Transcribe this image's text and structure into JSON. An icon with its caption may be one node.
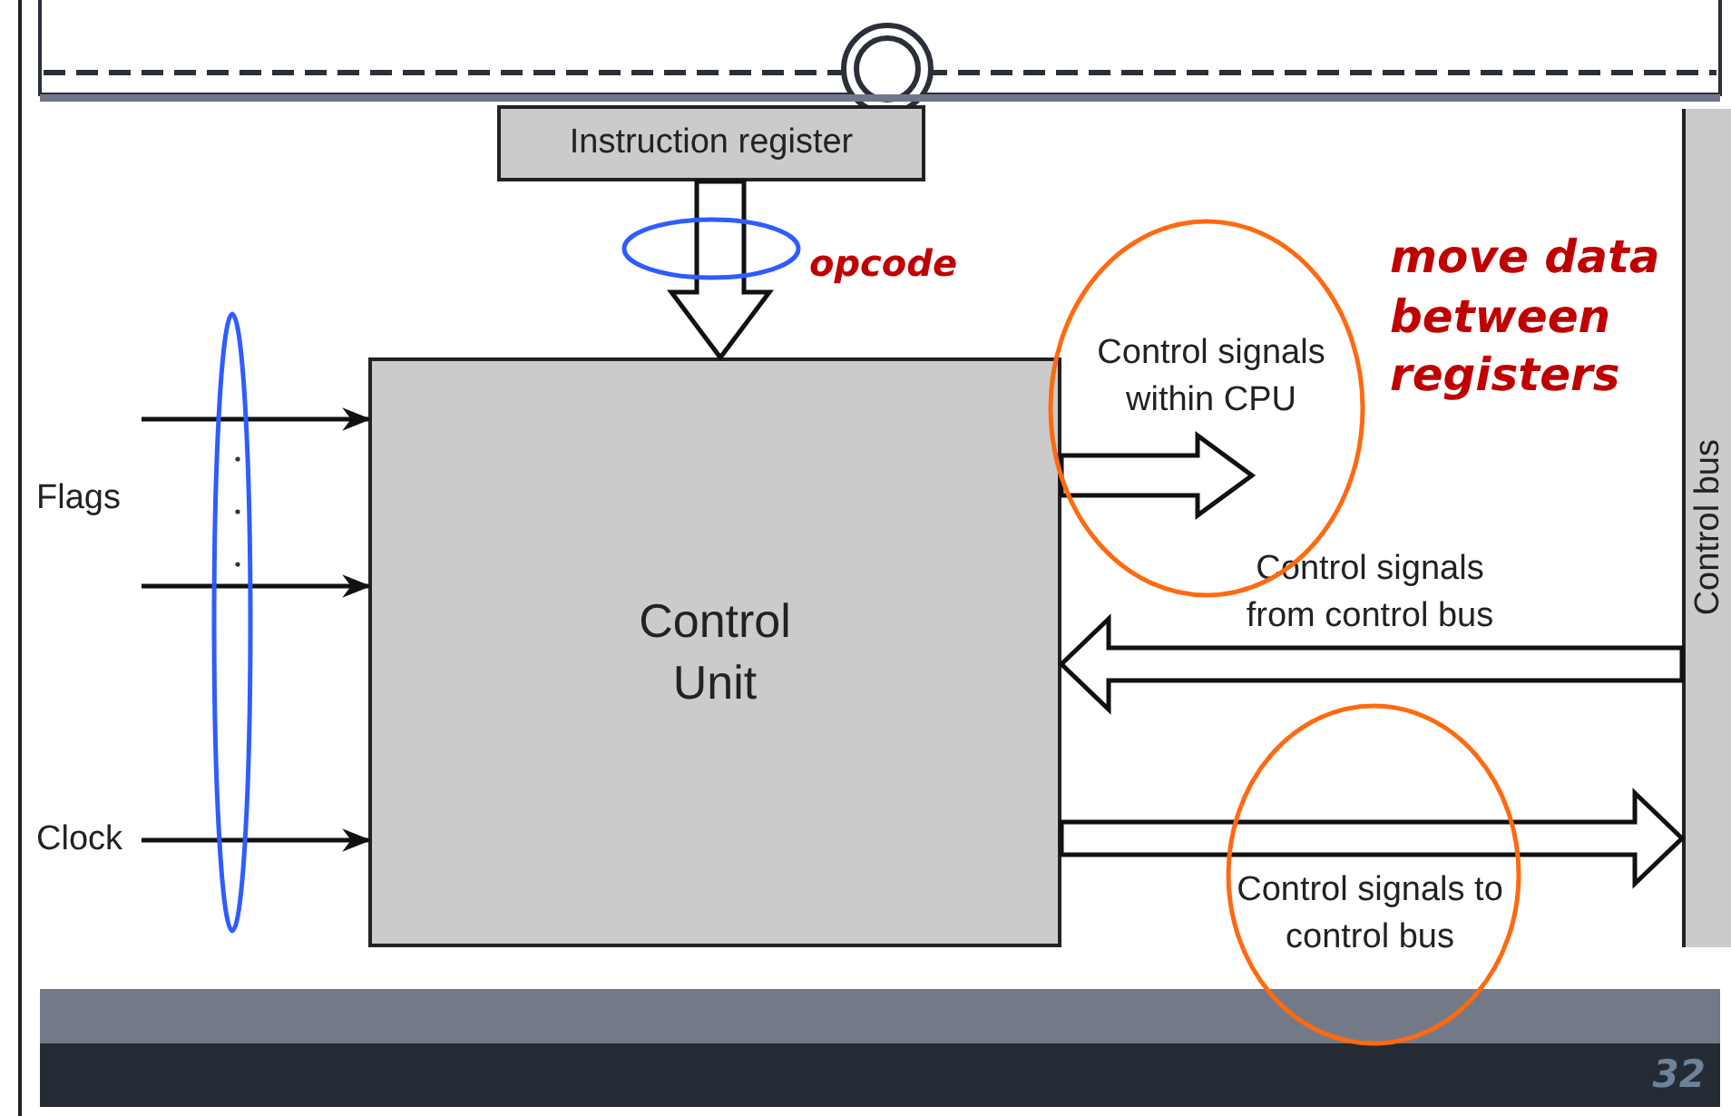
{
  "diagram": {
    "nodes": [
      {
        "text": [
          "Instruction register"
        ]
      },
      {
        "text": [
          "Control Unit"
        ]
      },
      {
        "text": [
          "Control bus"
        ]
      },
      {
        "text": [
          "Flags"
        ]
      },
      {
        "text": [
          "Clock"
        ]
      }
    ],
    "edges": [
      {
        "from": 0,
        "to": 1,
        "arrow": "to",
        "style": "thick"
      },
      {
        "from": 3,
        "to": 1,
        "arrow": "to"
      },
      {
        "from": 3,
        "to": 1,
        "arrow": "to"
      },
      {
        "from": 4,
        "to": 1,
        "arrow": "to"
      },
      {
        "from": 1,
        "to": null,
        "arrow": "to",
        "style": "thick",
        "label": "Control signals within CPU"
      },
      {
        "from": 2,
        "to": 1,
        "arrow": "to",
        "style": "thick",
        "label": "Control signals from control bus"
      },
      {
        "from": 1,
        "to": 2,
        "arrow": "to",
        "style": "thick",
        "label": "Control signals to control bus"
      }
    ],
    "labels": [
      "opcode",
      "move data between registers",
      "32"
    ]
  }
}
